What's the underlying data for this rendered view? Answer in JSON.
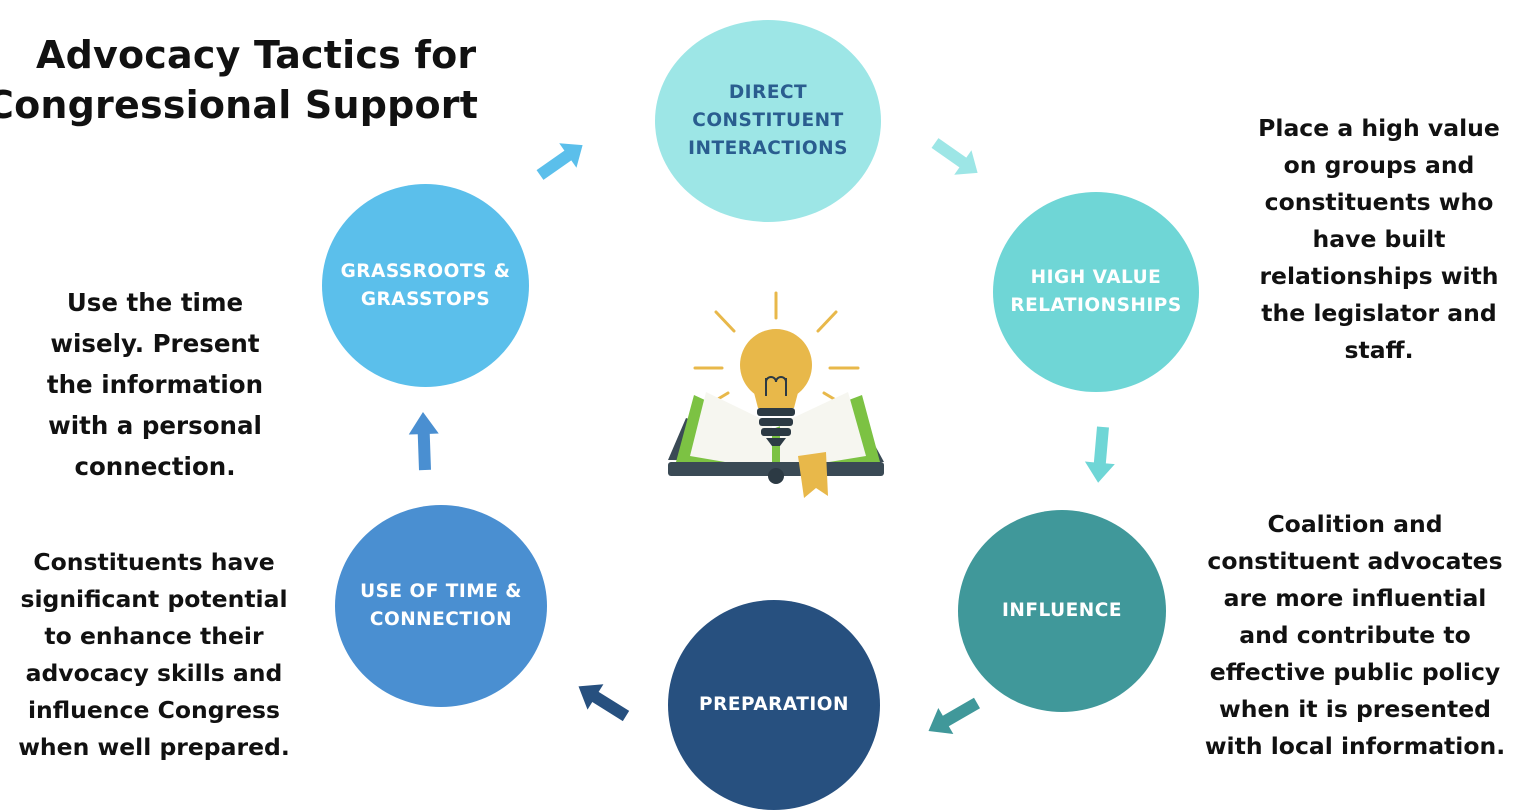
{
  "title": {
    "line1": "Advocacy Tactics for",
    "line2": "Congressional Support"
  },
  "nodes": [
    {
      "id": "direct",
      "label": "DIRECT\nCONSTITUENT\nINTERACTIONS",
      "color": "#9de6e6",
      "text_color": "#2a5d8f"
    },
    {
      "id": "high-value",
      "label": "HIGH VALUE\nRELATIONSHIPS",
      "color": "#6fd6d6",
      "text_color": "#ffffff"
    },
    {
      "id": "influence",
      "label": "INFLUENCE",
      "color": "#40989a",
      "text_color": "#ffffff"
    },
    {
      "id": "preparation",
      "label": "PREPARATION",
      "color": "#27507f",
      "text_color": "#ffffff"
    },
    {
      "id": "use-of-time",
      "label": "USE OF TIME &\nCONNECTION",
      "color": "#4a8fd1",
      "text_color": "#ffffff"
    },
    {
      "id": "grassroots",
      "label": "GRASSROOTS &\nGRASSTOPS",
      "color": "#5bbfeb",
      "text_color": "#ffffff"
    }
  ],
  "notes": {
    "high_value": "Place a high value on groups and constituents who have built relationships with the legislator and staff.",
    "influence": "Coalition and constituent advocates are more influential and contribute to effective public policy when it is presented with local information.",
    "use_of_time": "Use the time wisely. Present the information with a personal connection.",
    "preparation": "Constituents have significant potential to enhance their advocacy skills and influence Congress when well prepared."
  },
  "center_icon": "lightbulb-book-icon",
  "colors": {
    "arrow_grassroots_to_direct": "#5bbfeb",
    "arrow_direct_to_high": "#9de6e6",
    "arrow_high_to_influence": "#6fd6d6",
    "arrow_influence_to_prep": "#40989a",
    "arrow_prep_to_use": "#27507f",
    "arrow_use_to_grassroots": "#4a8fd1"
  }
}
